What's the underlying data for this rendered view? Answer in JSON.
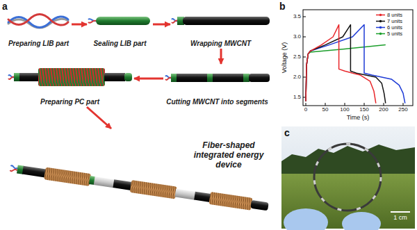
{
  "diagram": {
    "nodes": [
      {
        "text": [
          "Preparing LIB part"
        ]
      },
      {
        "text": [
          "Sealing LIB part"
        ]
      },
      {
        "text": [
          "Wrapping MWCNT"
        ]
      },
      {
        "text": [
          "Cutting MWCNT into segments"
        ]
      },
      {
        "text": [
          "Preparing PC part"
        ]
      },
      {
        "text": [
          "Fiber-shaped integrated energy device"
        ]
      }
    ],
    "edges": [
      {
        "from": 0,
        "to": 1,
        "arrow": "to"
      },
      {
        "from": 1,
        "to": 2,
        "arrow": "to"
      },
      {
        "from": 2,
        "to": 3,
        "arrow": "to"
      },
      {
        "from": 3,
        "to": 4,
        "arrow": "to"
      },
      {
        "from": 4,
        "to": 5,
        "arrow": "to"
      }
    ],
    "labels": [
      "a",
      "b",
      "3.5",
      "3.0",
      "2.5",
      "2.0",
      "1.5",
      "Voltage (V)",
      "0",
      "50",
      "100",
      "150",
      "200",
      "250",
      "Time (s)",
      "c",
      "1 cm"
    ],
    "legend": [
      {
        "text": "8 units",
        "color": "#e8262a"
      },
      {
        "text": "7 units",
        "color": "#111111"
      },
      {
        "text": "6 units",
        "color": "#1e3bd6"
      },
      {
        "text": "5 units",
        "color": "#1a9e2a"
      }
    ]
  }
}
